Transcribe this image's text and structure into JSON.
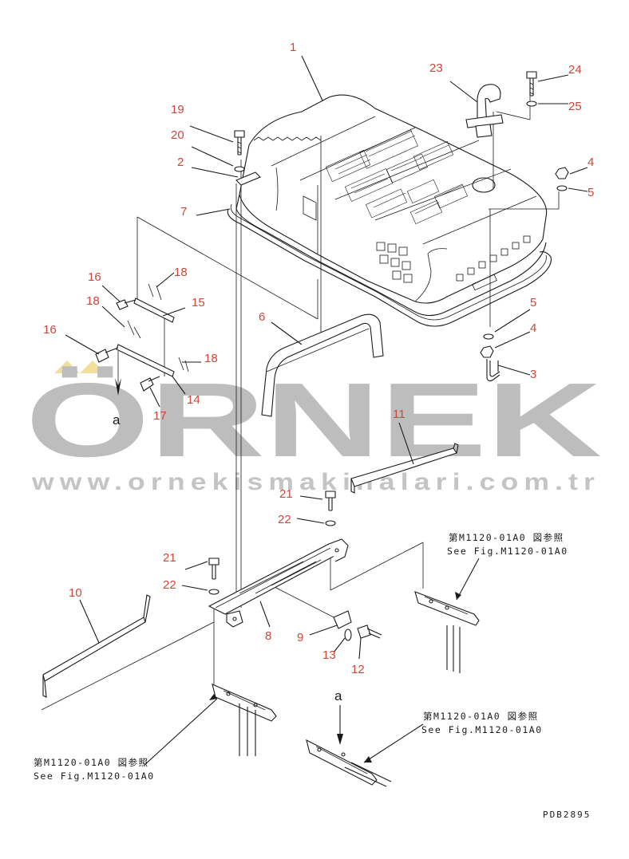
{
  "parts": {
    "p1": "1",
    "p2": "2",
    "p3": "3",
    "p4a": "4",
    "p4b": "4",
    "p5a": "5",
    "p5b": "5",
    "p6": "6",
    "p7": "7",
    "p8": "8",
    "p9": "9",
    "p10": "10",
    "p11": "11",
    "p12": "12",
    "p13": "13",
    "p14": "14",
    "p15": "15",
    "p16a": "16",
    "p16b": "16",
    "p17": "17",
    "p18a": "18",
    "p18b": "18",
    "p18c": "18",
    "p19": "19",
    "p20": "20",
    "p21a": "21",
    "p21b": "21",
    "p22a": "22",
    "p22b": "22",
    "p23": "23",
    "p24": "24",
    "p25": "25"
  },
  "view_labels": {
    "a_top": "a",
    "a_bottom": "a"
  },
  "references": {
    "ref1_jp": "第M1120-01A0 図参照",
    "ref1_en": "See Fig.M1120-01A0",
    "ref2_jp": "第M1120-01A0 図参照",
    "ref2_en": "See Fig.M1120-01A0",
    "ref3_jp": "第M1120-01A0 図参照",
    "ref3_en": "See Fig.M1120-01A0"
  },
  "drawing_code": "PDB2895",
  "watermark": {
    "brand": "ÖRNEK",
    "url": "www.ornekismakinalari.com.tr"
  },
  "colors": {
    "label": "#d1453a",
    "line": "#1a1a1a",
    "watermark": "#bdbdbd",
    "watermark_accent": "#f3df9a"
  }
}
